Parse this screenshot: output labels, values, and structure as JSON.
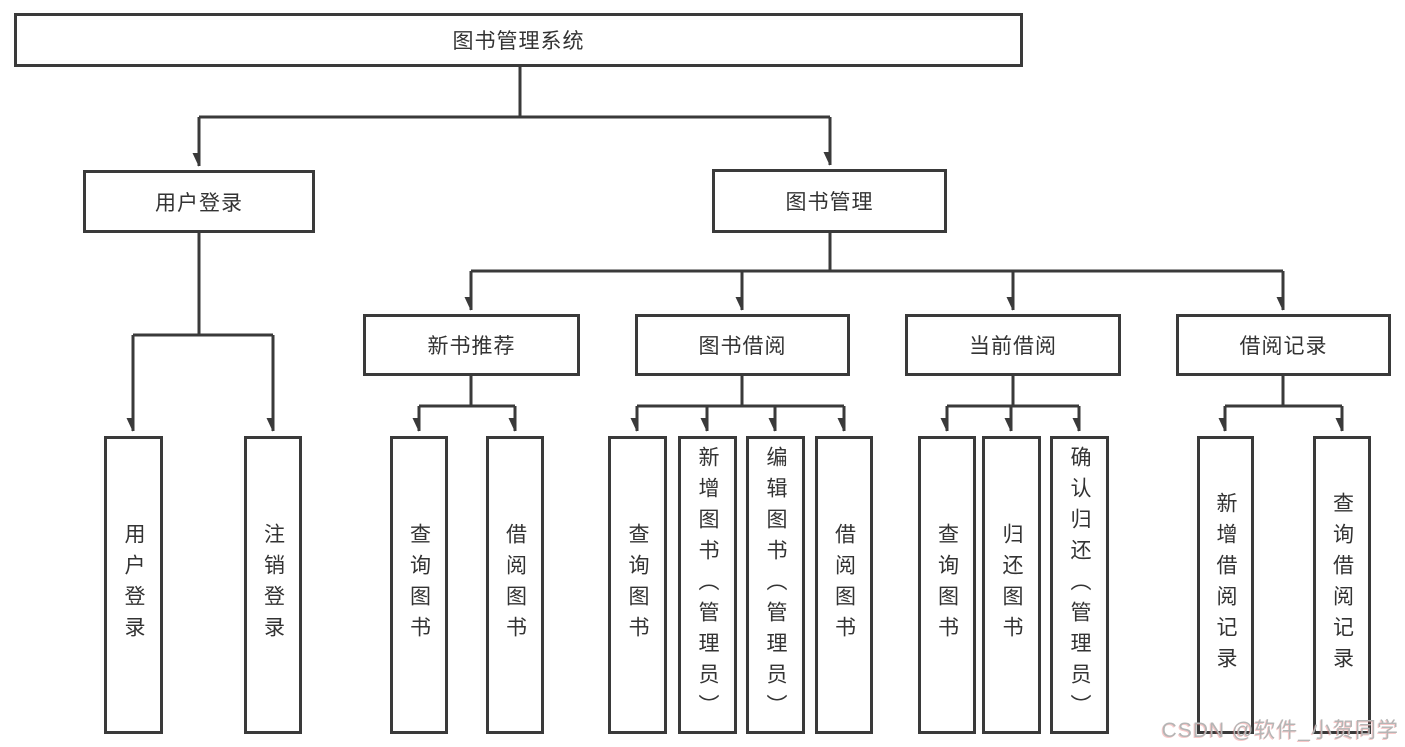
{
  "diagram": {
    "type": "hierarchy-tree",
    "line_color": "#3a3a3a",
    "box_border_color": "#3a3a3a",
    "text_color": "#333333",
    "background_color": "#ffffff"
  },
  "tree": {
    "root": {
      "label": "图书管理系统",
      "children": [
        {
          "label": "用户登录",
          "children": [
            {
              "label": "用户登录"
            },
            {
              "label": "注销登录"
            }
          ]
        },
        {
          "label": "图书管理",
          "children": [
            {
              "label": "新书推荐",
              "children": [
                {
                  "label": "查询图书"
                },
                {
                  "label": "借阅图书"
                }
              ]
            },
            {
              "label": "图书借阅",
              "children": [
                {
                  "label": "查询图书"
                },
                {
                  "label": "新增图书（管理员）"
                },
                {
                  "label": "编辑图书（管理员）"
                },
                {
                  "label": "借阅图书"
                }
              ]
            },
            {
              "label": "当前借阅",
              "children": [
                {
                  "label": "查询图书"
                },
                {
                  "label": "归还图书"
                },
                {
                  "label": "确认归还（管理员）"
                }
              ]
            },
            {
              "label": "借阅记录",
              "children": [
                {
                  "label": "新增借阅记录"
                },
                {
                  "label": "查询借阅记录"
                }
              ]
            }
          ]
        }
      ]
    }
  },
  "watermark": {
    "text": "CSDN @软件_小贺同学",
    "color": "#b5b5b5"
  }
}
